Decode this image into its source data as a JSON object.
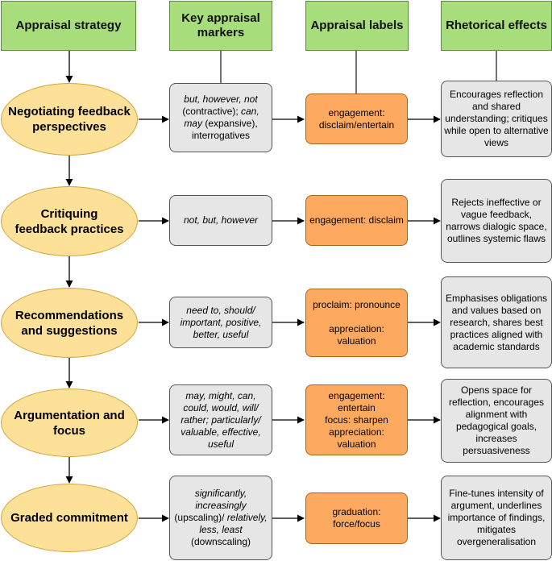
{
  "headers": {
    "strategy": "Appraisal strategy",
    "markers": "Key appraisal markers",
    "labels": "Appraisal labels",
    "effects": "Rhetorical effects"
  },
  "rows": [
    {
      "strategy": "Negotiating feedback perspectives",
      "markers": [
        {
          "t": "but, however, not",
          "i": true
        },
        {
          "t": " (contractive); ",
          "i": false
        },
        {
          "t": "can,",
          "i": true
        },
        {
          "t": " ",
          "i": false
        },
        {
          "t": "may",
          "i": true
        },
        {
          "t": " (expansive), interrogatives",
          "i": false
        }
      ],
      "labels": [
        "engagement: disclaim/entertain"
      ],
      "effects": "Encourages reflection and shared understanding; critiques while open to alternative views"
    },
    {
      "strategy": "Critiquing feedback practices",
      "markers": [
        {
          "t": "not, but, however",
          "i": true
        }
      ],
      "labels": [
        "engagement: disclaim"
      ],
      "effects": "Rejects ineffective or vague feedback, narrows dialogic space, outlines systemic flaws"
    },
    {
      "strategy": "Recommendations and suggestions",
      "markers": [
        {
          "t": "need to, should/ important, positive, better, useful",
          "i": true
        }
      ],
      "labels": [
        "proclaim: pronounce",
        "",
        "appreciation: valuation"
      ],
      "effects": "Emphasises obligations and values based on research, shares best practices aligned with academic standards"
    },
    {
      "strategy": "Argumentation and focus",
      "markers": [
        {
          "t": "may, might, can, could, would, will/ rather; particularly/ valuable, effective, useful",
          "i": true
        }
      ],
      "labels": [
        "engagement: entertain",
        "focus: sharpen",
        "appreciation: valuation"
      ],
      "effects": "Opens space for reflection, encourages alignment with pedagogical goals, increases persuasiveness"
    },
    {
      "strategy": "Graded commitment",
      "markers": [
        {
          "t": "significantly, increasingly",
          "i": true
        },
        {
          "t": " (upscaling)/ ",
          "i": false
        },
        {
          "t": "relatively, less, least",
          "i": true
        },
        {
          "t": " (downscaling)",
          "i": false
        }
      ],
      "labels": [
        "graduation: force/focus"
      ],
      "effects": "Fine-tunes intensity of argument, underlines importance of findings, mitigates overgeneralisation"
    }
  ]
}
